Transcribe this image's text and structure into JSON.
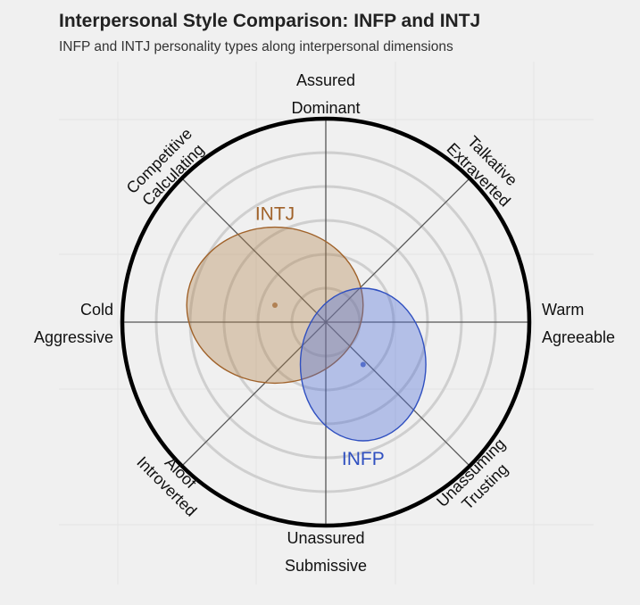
{
  "header": {
    "title": "Interpersonal Style Comparison: INFP and INTJ",
    "subtitle": "INFP and INTJ personality types along interpersonal dimensions"
  },
  "chart_data": {
    "type": "circumplex-ellipse",
    "title": "Interpersonal Style Comparison: INFP and INTJ",
    "subtitle": "INFP and INTJ personality types along interpersonal dimensions",
    "axes": [
      {
        "angle_deg": 90,
        "labels": [
          "Assured",
          "Dominant"
        ]
      },
      {
        "angle_deg": 45,
        "labels": [
          "Talkative",
          "Extraverted"
        ]
      },
      {
        "angle_deg": 0,
        "labels": [
          "Warm",
          "Agreeable"
        ]
      },
      {
        "angle_deg": -45,
        "labels": [
          "Unassuming",
          "Trusting"
        ]
      },
      {
        "angle_deg": -90,
        "labels": [
          "Unassured",
          "Submissive"
        ]
      },
      {
        "angle_deg": -135,
        "labels": [
          "Aloof",
          "Introverted"
        ]
      },
      {
        "angle_deg": 180,
        "labels": [
          "Cold",
          "Aggressive"
        ]
      },
      {
        "angle_deg": 135,
        "labels": [
          "Competitive",
          "Calculating"
        ]
      }
    ],
    "rings": [
      1,
      2,
      3,
      4,
      5,
      6
    ],
    "range": [
      -6,
      6
    ],
    "series": [
      {
        "name": "INTJ",
        "color": "#a0622a",
        "fill": "rgba(174,126,70,0.35)",
        "center": [
          -1.5,
          0.5
        ],
        "radii": [
          2.6,
          2.3
        ]
      },
      {
        "name": "INFP",
        "color": "#3050c0",
        "fill": "rgba(80,110,215,0.38)",
        "center": [
          1.1,
          -1.25
        ],
        "radii": [
          1.85,
          2.25
        ]
      }
    ],
    "grid": true
  }
}
